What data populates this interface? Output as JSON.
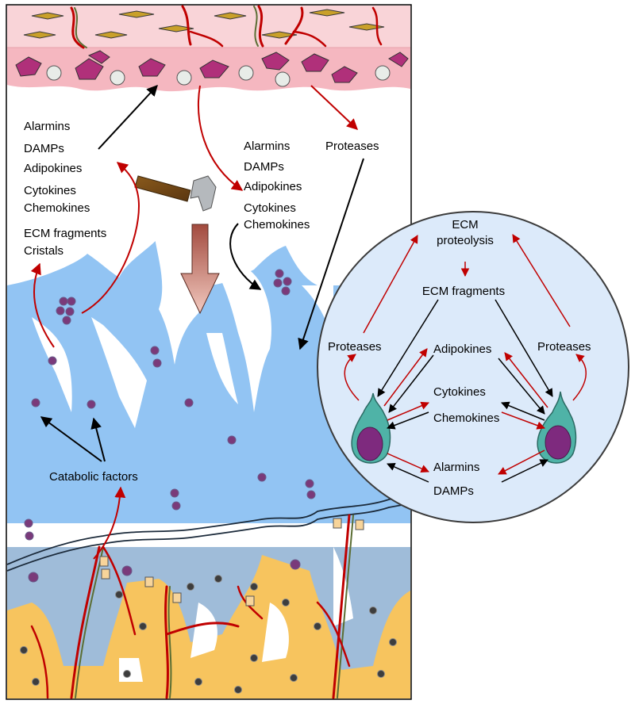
{
  "left_labels": [
    "Alarmins",
    "DAMPs",
    "Adipokines",
    "Cytokines",
    "Chemokines",
    "ECM fragments",
    "Cristals"
  ],
  "middle_labels": [
    "Alarmins",
    "DAMPs",
    "Adipokines",
    "Cytokines",
    "Chemokines"
  ],
  "proteases_top": "Proteases",
  "catabolic": "Catabolic factors",
  "circle": {
    "ecm_proteolysis": [
      "ECM",
      "proteolysis"
    ],
    "ecm_fragments": "ECM fragments",
    "proteases_left": "Proteases",
    "proteases_right": "Proteases",
    "adipokines": "Adipokines",
    "cytokines": "Cytokines",
    "chemokines": "Chemokines",
    "alarmins": "Alarmins",
    "damps": "DAMPs"
  },
  "colors": {
    "synovium": "#f9d4d8",
    "cartilage": "#92c4f3",
    "bone": "#f7c45e",
    "calcified": "#9fbcd9",
    "circle_fill": "#dceafa",
    "red_arrow": "#c00000",
    "black_arrow": "#000000"
  }
}
